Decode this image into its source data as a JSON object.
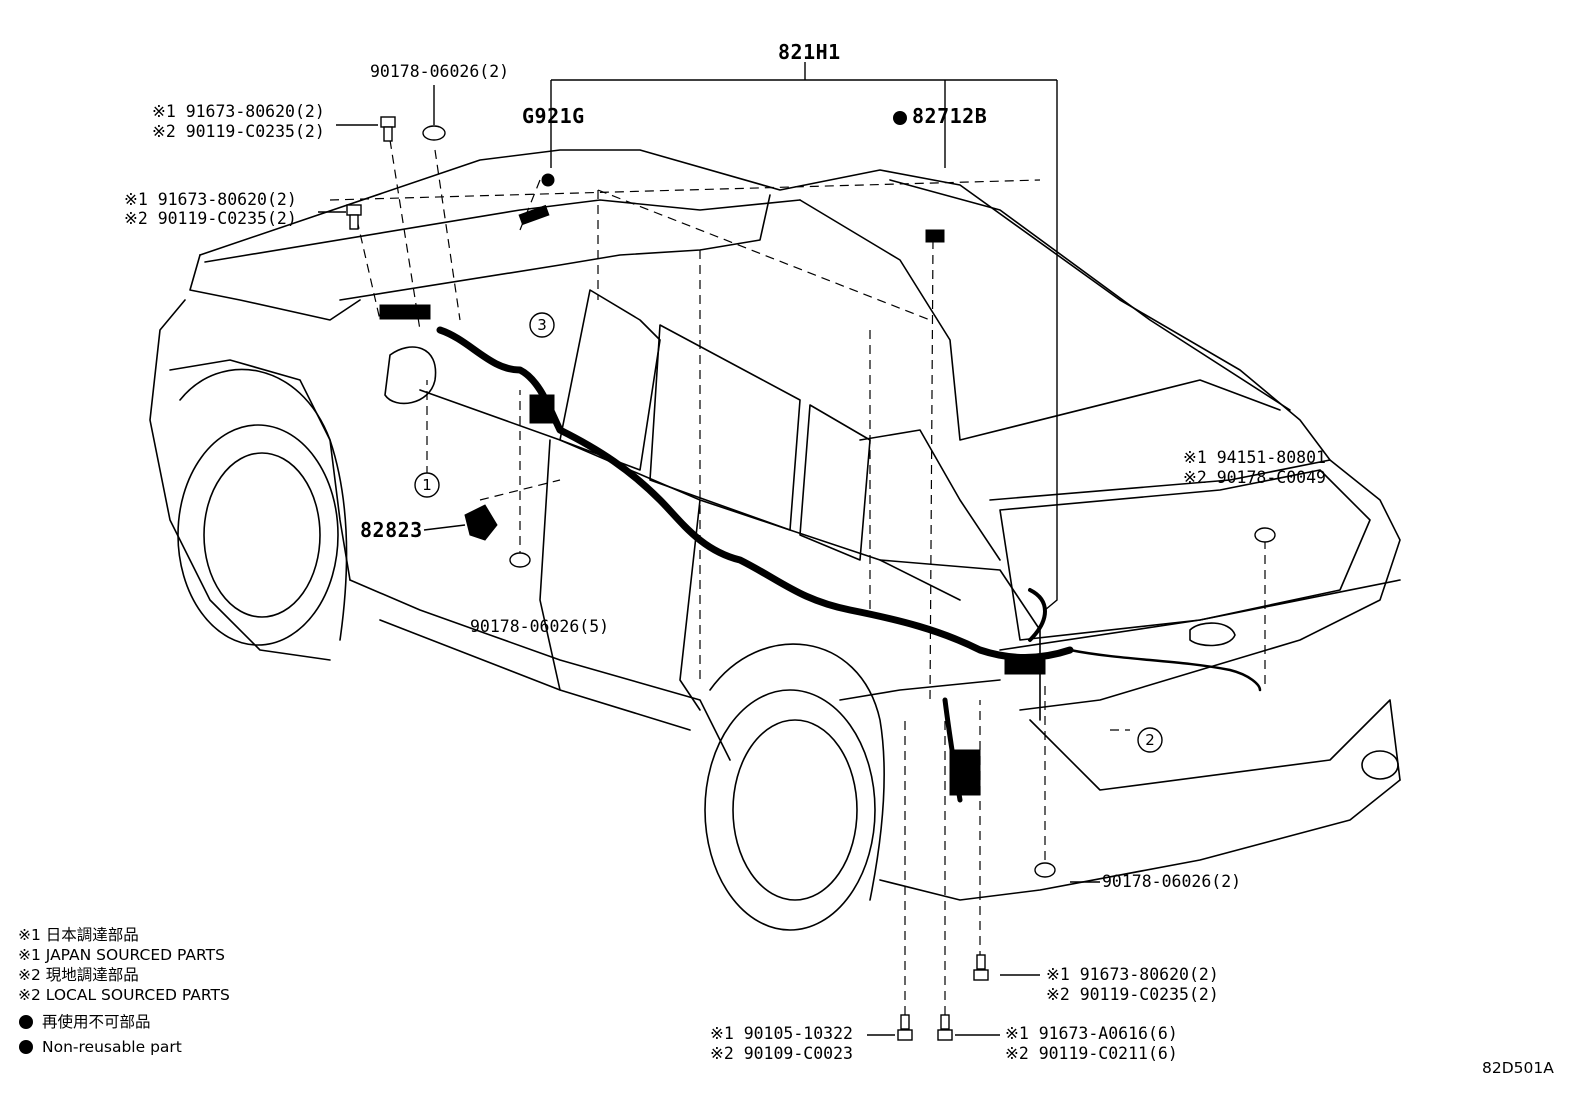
{
  "assembly": {
    "main_part": "821H1",
    "diagram_code": "82D501A"
  },
  "callouts": {
    "c1": "1",
    "c2": "2",
    "c3": "3"
  },
  "parts": {
    "p_nut_top": "90178-06026(2)",
    "p_g921g": "G921G",
    "p_82712b": "82712B",
    "p_top_bolt_a1": "※1 91673-80620(2)",
    "p_top_bolt_a2": "※2 90119-C0235(2)",
    "p_top_bolt_b1": "※1 91673-80620(2)",
    "p_top_bolt_b2": "※2 90119-C0235(2)",
    "p_82823": "82823",
    "p_nut_mid": "90178-06026(5)",
    "p_rear_clip1": "※1 94151-80801",
    "p_rear_clip2": "※2 90178-C0049",
    "p_nut_rear": "90178-06026(2)",
    "p_br_bolt1": "※1 91673-80620(2)",
    "p_br_bolt2": "※2 90119-C0235(2)",
    "p_bc_bolt1": "※1 90105-10322",
    "p_bc_bolt2": "※2 90109-C0023",
    "p_bd_bolt1": "※1 91673-A0616(6)",
    "p_bd_bolt2": "※2 90119-C0211(6)"
  },
  "legend": {
    "l1": "※1 日本調達部品",
    "l2": "※1 JAPAN SOURCED PARTS",
    "l3": "※2 現地調達部品",
    "l4": "※2 LOCAL SOURCED PARTS",
    "l5": "再使用不可部品",
    "l6": "Non-reusable part"
  }
}
